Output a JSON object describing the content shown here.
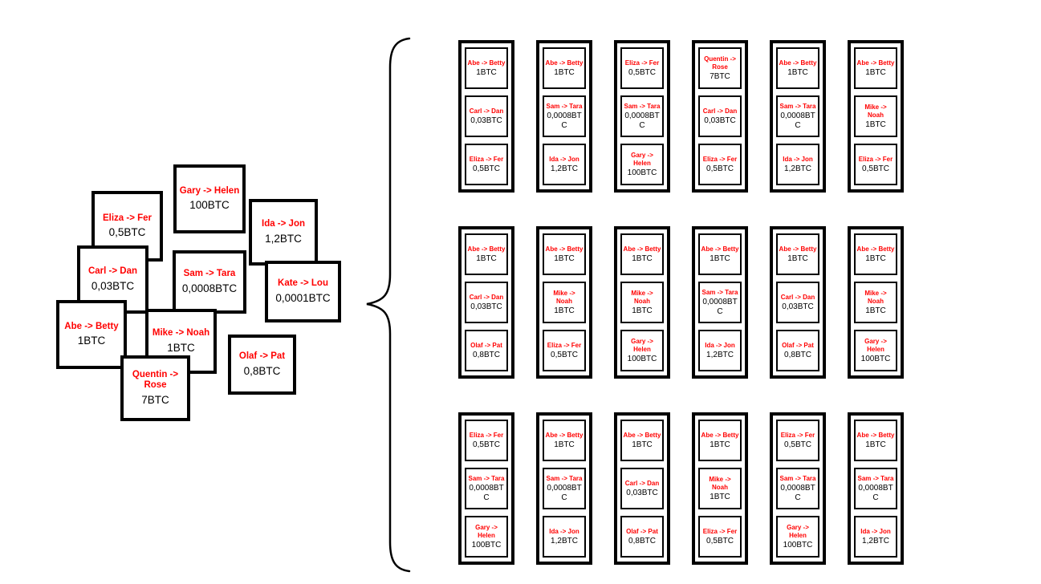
{
  "colors": {
    "transaction_name": "#ff0000",
    "border": "#000000",
    "background": "#ffffff"
  },
  "mempool": {
    "transactions": [
      {
        "name": "Eliza -> Fer",
        "amount": "0,5BTC"
      },
      {
        "name": "Gary -> Helen",
        "amount": "100BTC"
      },
      {
        "name": "Ida -> Jon",
        "amount": "1,2BTC"
      },
      {
        "name": "Carl -> Dan",
        "amount": "0,03BTC"
      },
      {
        "name": "Sam -> Tara",
        "amount": "0,0008BTC"
      },
      {
        "name": "Kate -> Lou",
        "amount": "0,0001BTC"
      },
      {
        "name": "Abe -> Betty",
        "amount": "1BTC"
      },
      {
        "name": "Mike -> Noah",
        "amount": "1BTC"
      },
      {
        "name": "Olaf -> Pat",
        "amount": "0,8BTC"
      },
      {
        "name": "Quentin -> Rose",
        "amount": "7BTC"
      }
    ]
  },
  "candidate_blocks": [
    {
      "transactions": [
        {
          "name": "Abe -> Betty",
          "amount": "1BTC"
        },
        {
          "name": "Carl -> Dan",
          "amount": "0,03BTC"
        },
        {
          "name": "Eliza -> Fer",
          "amount": "0,5BTC"
        }
      ]
    },
    {
      "transactions": [
        {
          "name": "Abe -> Betty",
          "amount": "1BTC"
        },
        {
          "name": "Sam -> Tara",
          "amount": "0,0008BTC"
        },
        {
          "name": "Ida -> Jon",
          "amount": "1,2BTC"
        }
      ]
    },
    {
      "transactions": [
        {
          "name": "Eliza -> Fer",
          "amount": "0,5BTC"
        },
        {
          "name": "Sam -> Tara",
          "amount": "0,0008BTC"
        },
        {
          "name": "Gary -> Helen",
          "amount": "100BTC"
        }
      ]
    },
    {
      "transactions": [
        {
          "name": "Quentin -> Rose",
          "amount": "7BTC"
        },
        {
          "name": "Carl -> Dan",
          "amount": "0,03BTC"
        },
        {
          "name": "Eliza -> Fer",
          "amount": "0,5BTC"
        }
      ]
    },
    {
      "transactions": [
        {
          "name": "Abe -> Betty",
          "amount": "1BTC"
        },
        {
          "name": "Sam -> Tara",
          "amount": "0,0008BTC"
        },
        {
          "name": "Ida -> Jon",
          "amount": "1,2BTC"
        }
      ]
    },
    {
      "transactions": [
        {
          "name": "Abe -> Betty",
          "amount": "1BTC"
        },
        {
          "name": "Mike -> Noah",
          "amount": "1BTC"
        },
        {
          "name": "Eliza -> Fer",
          "amount": "0,5BTC"
        }
      ]
    },
    {
      "transactions": [
        {
          "name": "Abe -> Betty",
          "amount": "1BTC"
        },
        {
          "name": "Carl -> Dan",
          "amount": "0,03BTC"
        },
        {
          "name": "Olaf -> Pat",
          "amount": "0,8BTC"
        }
      ]
    },
    {
      "transactions": [
        {
          "name": "Abe -> Betty",
          "amount": "1BTC"
        },
        {
          "name": "Mike -> Noah",
          "amount": "1BTC"
        },
        {
          "name": "Eliza -> Fer",
          "amount": "0,5BTC"
        }
      ]
    },
    {
      "transactions": [
        {
          "name": "Abe -> Betty",
          "amount": "1BTC"
        },
        {
          "name": "Mike -> Noah",
          "amount": "1BTC"
        },
        {
          "name": "Gary -> Helen",
          "amount": "100BTC"
        }
      ]
    },
    {
      "transactions": [
        {
          "name": "Abe -> Betty",
          "amount": "1BTC"
        },
        {
          "name": "Sam -> Tara",
          "amount": "0,0008BTC"
        },
        {
          "name": "Ida -> Jon",
          "amount": "1,2BTC"
        }
      ]
    },
    {
      "transactions": [
        {
          "name": "Abe -> Betty",
          "amount": "1BTC"
        },
        {
          "name": "Carl -> Dan",
          "amount": "0,03BTC"
        },
        {
          "name": "Olaf -> Pat",
          "amount": "0,8BTC"
        }
      ]
    },
    {
      "transactions": [
        {
          "name": "Abe -> Betty",
          "amount": "1BTC"
        },
        {
          "name": "Mike -> Noah",
          "amount": "1BTC"
        },
        {
          "name": "Gary -> Helen",
          "amount": "100BTC"
        }
      ]
    },
    {
      "transactions": [
        {
          "name": "Eliza -> Fer",
          "amount": "0,5BTC"
        },
        {
          "name": "Sam -> Tara",
          "amount": "0,0008BTC"
        },
        {
          "name": "Gary -> Helen",
          "amount": "100BTC"
        }
      ]
    },
    {
      "transactions": [
        {
          "name": "Abe -> Betty",
          "amount": "1BTC"
        },
        {
          "name": "Sam -> Tara",
          "amount": "0,0008BTC"
        },
        {
          "name": "Ida -> Jon",
          "amount": "1,2BTC"
        }
      ]
    },
    {
      "transactions": [
        {
          "name": "Abe -> Betty",
          "amount": "1BTC"
        },
        {
          "name": "Carl -> Dan",
          "amount": "0,03BTC"
        },
        {
          "name": "Olaf -> Pat",
          "amount": "0,8BTC"
        }
      ]
    },
    {
      "transactions": [
        {
          "name": "Abe -> Betty",
          "amount": "1BTC"
        },
        {
          "name": "Mike -> Noah",
          "amount": "1BTC"
        },
        {
          "name": "Eliza -> Fer",
          "amount": "0,5BTC"
        }
      ]
    },
    {
      "transactions": [
        {
          "name": "Eliza -> Fer",
          "amount": "0,5BTC"
        },
        {
          "name": "Sam -> Tara",
          "amount": "0,0008BTC"
        },
        {
          "name": "Gary -> Helen",
          "amount": "100BTC"
        }
      ]
    },
    {
      "transactions": [
        {
          "name": "Abe -> Betty",
          "amount": "1BTC"
        },
        {
          "name": "Sam -> Tara",
          "amount": "0,0008BTC"
        },
        {
          "name": "Ida -> Jon",
          "amount": "1,2BTC"
        }
      ]
    }
  ]
}
